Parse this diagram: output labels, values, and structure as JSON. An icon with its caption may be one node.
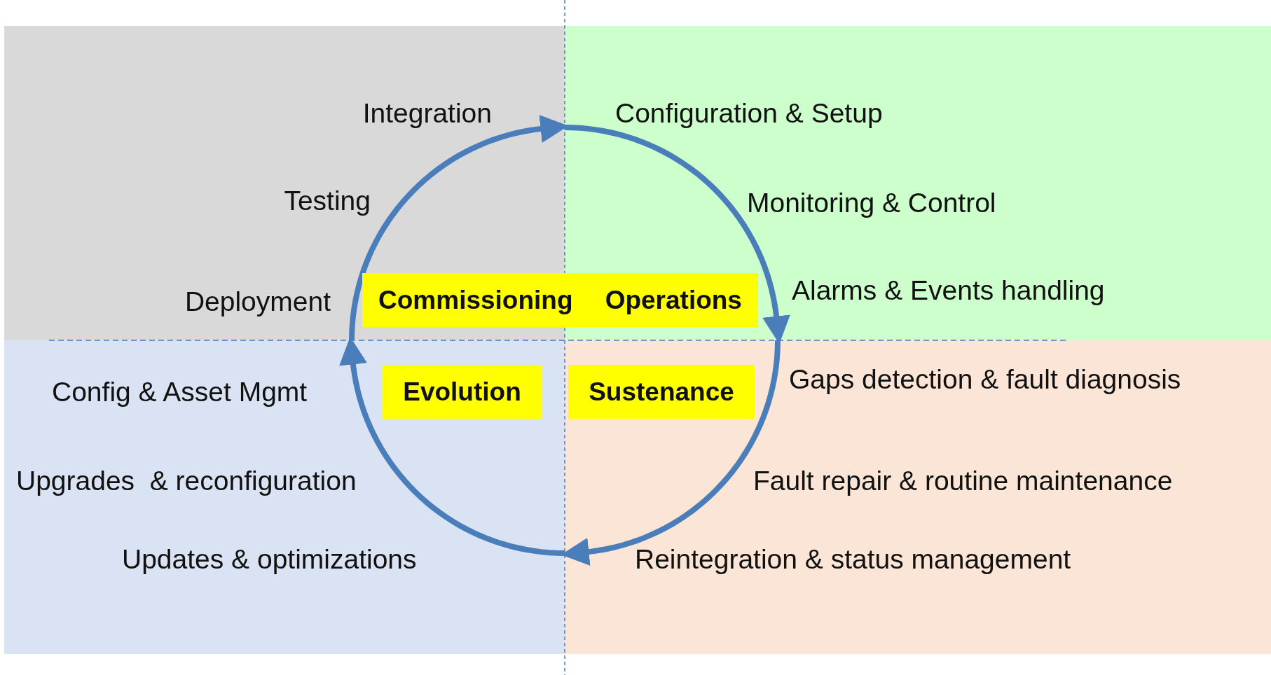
{
  "diagram": {
    "nodes": [
      {
        "text": [
          "Integration",
          "Testing",
          "Deployment"
        ]
      },
      {
        "text": [
          "Configuration & Setup",
          "Monitoring & Control",
          "Alarms & Events handling"
        ]
      },
      {
        "text": [
          "Gaps detection & fault diagnosis",
          "Fault repair & routine maintenance",
          "Reintegration & status management"
        ]
      },
      {
        "text": [
          "Config & Asset Mgmt",
          "Upgrades  & reconfiguration",
          "Updates & optimizations"
        ]
      },
      {
        "text": [
          "Commissioning",
          "Operations"
        ]
      },
      {
        "text": [
          "Evolution"
        ],
        "in": 3
      },
      {
        "text": [
          "Sustenance"
        ],
        "in": 2
      }
    ],
    "edges": [
      {
        "from": 0,
        "to": 1,
        "arrow": "to"
      },
      {
        "from": 1,
        "to": 2,
        "arrow": "to"
      },
      {
        "from": 2,
        "to": 3,
        "arrow": "to"
      },
      {
        "from": 3,
        "to": 0,
        "arrow": "to"
      }
    ]
  }
}
